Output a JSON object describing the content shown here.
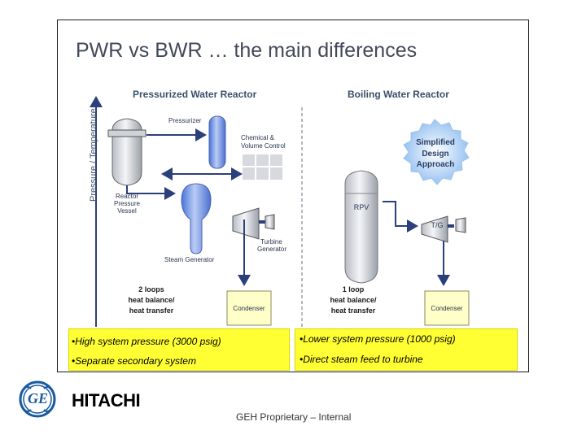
{
  "title": "PWR vs BWR … the main differences",
  "axis_label": "Pressure / Temperature",
  "pwr": {
    "header": "Pressurized Water Reactor",
    "pressurizer": "Pressurizer",
    "chemical_line1": "Chemical &",
    "chemical_line2": "Volume Control",
    "rpv_line1": "Reactor",
    "rpv_line2": "Pressure",
    "rpv_line3": "Vessel",
    "turbine_line1": "Turbine",
    "turbine_line2": "Generator",
    "steam_generator": "Steam Generator",
    "loops_line1": "2 loops",
    "loops_line2": "heat balance/",
    "loops_line3": "heat transfer",
    "condenser": "Condenser"
  },
  "bwr": {
    "header": "Boiling Water Reactor",
    "badge_line1": "Simplified",
    "badge_line2": "Design",
    "badge_line3": "Approach",
    "rpv": "RPV",
    "tg": "T/G",
    "loops_line1": "1 loop",
    "loops_line2": "heat balance/",
    "loops_line3": "heat transfer",
    "condenser": "Condenser"
  },
  "notes": {
    "left1": "•High system pressure (3000 psig)",
    "left2": "•Separate secondary system",
    "right1": "•Lower system pressure (1000 psig)",
    "right2": "•Direct steam feed to turbine"
  },
  "footer": {
    "logo_text": "GE",
    "brand": "HITACHI",
    "proprietary": "GEH Proprietary – Internal"
  },
  "colors": {
    "vessel_blue": "#6b8fe0",
    "badge_blue": "#a9cdf3",
    "condenser_yellow": "#ffffc8",
    "highlight_yellow": "#ffff33",
    "arrow_navy": "#2b3f7a",
    "ge_blue": "#1a5aa0"
  }
}
